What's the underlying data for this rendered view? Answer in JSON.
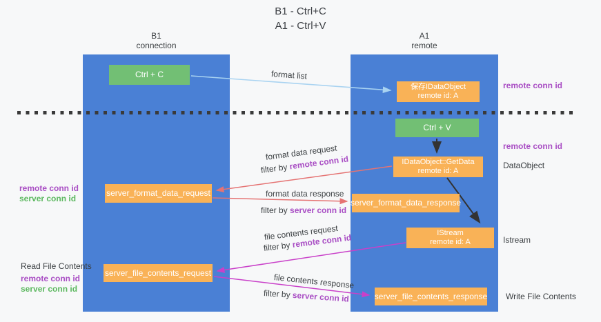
{
  "title": {
    "line1": "B1 - Ctrl+C",
    "line2": "A1 - Ctrl+V"
  },
  "lanes": {
    "left": {
      "name": "B1",
      "subtitle": "connection"
    },
    "right": {
      "name": "A1",
      "subtitle": "remote"
    }
  },
  "nodes": {
    "ctrl_c": "Ctrl + C",
    "ctrl_v": "Ctrl + V",
    "save_dataobject": {
      "line1": "保存IDataObject",
      "line2": "remote id: A"
    },
    "getdata": {
      "line1": "IDataObject::GetData",
      "line2": "remote id: A"
    },
    "istream": {
      "line1": "IStream",
      "line2": "remote id: A"
    },
    "server_format_data_request": "server_format_data_request",
    "server_format_data_response": "server_format_data_response",
    "server_file_contents_request": "server_file_contents_request",
    "server_file_contents_response": "server_file_contents_response"
  },
  "labels": {
    "filter_by": "filter by ",
    "remote_conn_id": "remote conn id",
    "server_conn_id": "server conn id",
    "format_list": "format list",
    "format_data_request": "format data request",
    "format_data_response": "format data response",
    "file_contents_request": "file contents request",
    "file_contents_response": "file contents response",
    "dataobject": "DataObject",
    "istream": "Istream",
    "read_file_contents": "Read File Contents",
    "write_file_contents": "Write File Contents"
  },
  "colors": {
    "lane_blue": "#4a80d5",
    "box_green": "#72bf74",
    "box_orange": "#f9b257",
    "purple_text": "#a94ec4",
    "green_text": "#5cb85f",
    "arrow_red": "#e57373",
    "arrow_magenta": "#c940c9",
    "arrow_lightblue": "#a9d3f1",
    "arrow_black": "#333333"
  }
}
